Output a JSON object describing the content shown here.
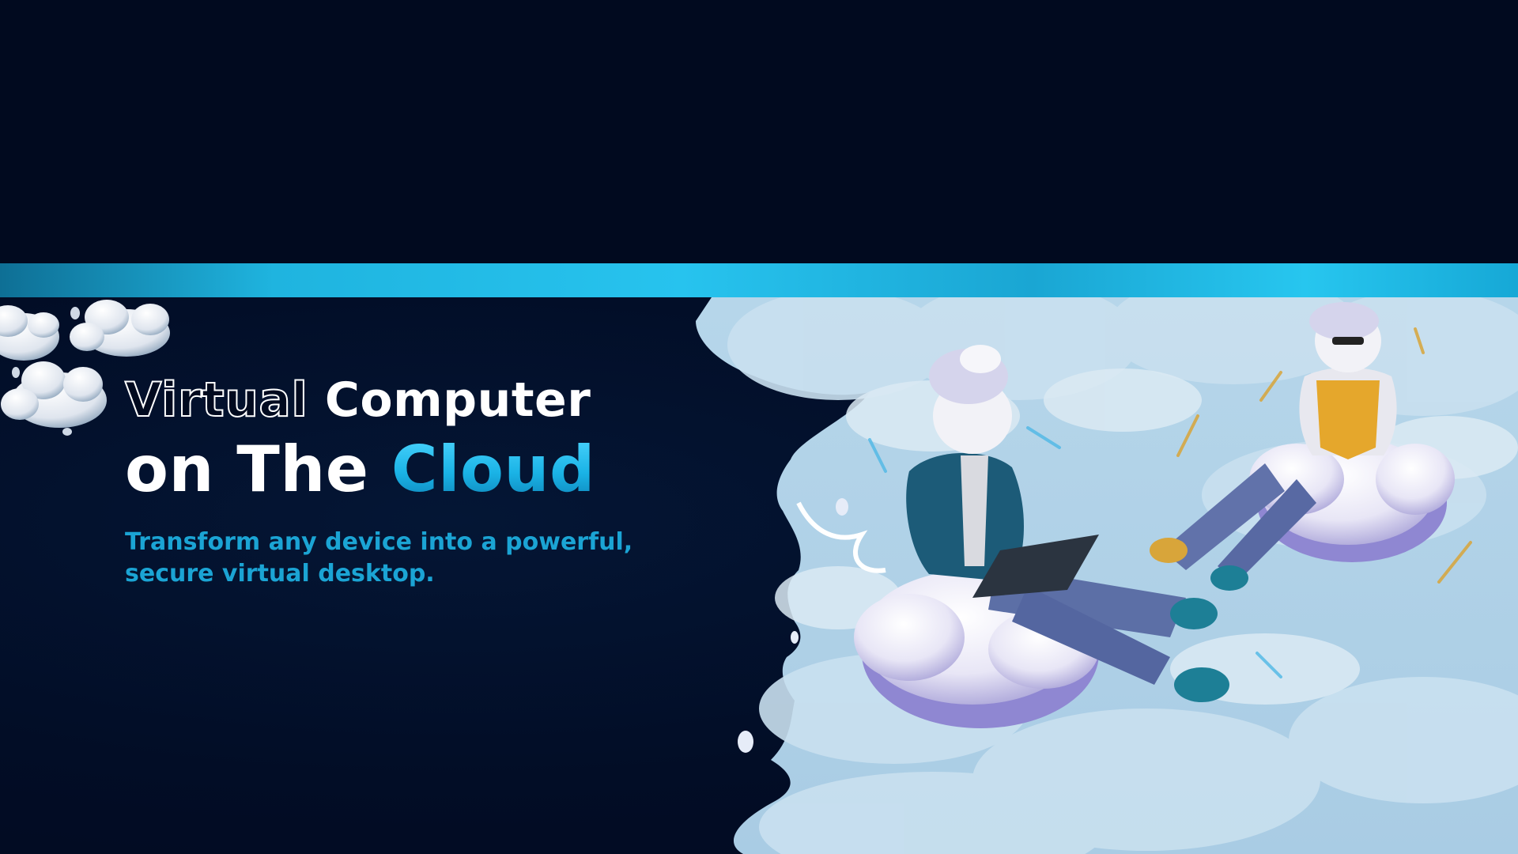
{
  "hero": {
    "headline_word_outline": "Virtual",
    "headline_word_rest": " Computer",
    "headline_line2_plain": "on The ",
    "headline_line2_accent": "Cloud",
    "tagline_line1": "Transform any device into a powerful,",
    "tagline_line2": "secure virtual desktop."
  },
  "colors": {
    "background": "#010a1f",
    "accent_band": "#27c3ee",
    "accent_text": "#1ba4d4",
    "headline": "#ffffff"
  },
  "icons": [
    "cloud-cluster-icon",
    "cloud-illustration"
  ]
}
